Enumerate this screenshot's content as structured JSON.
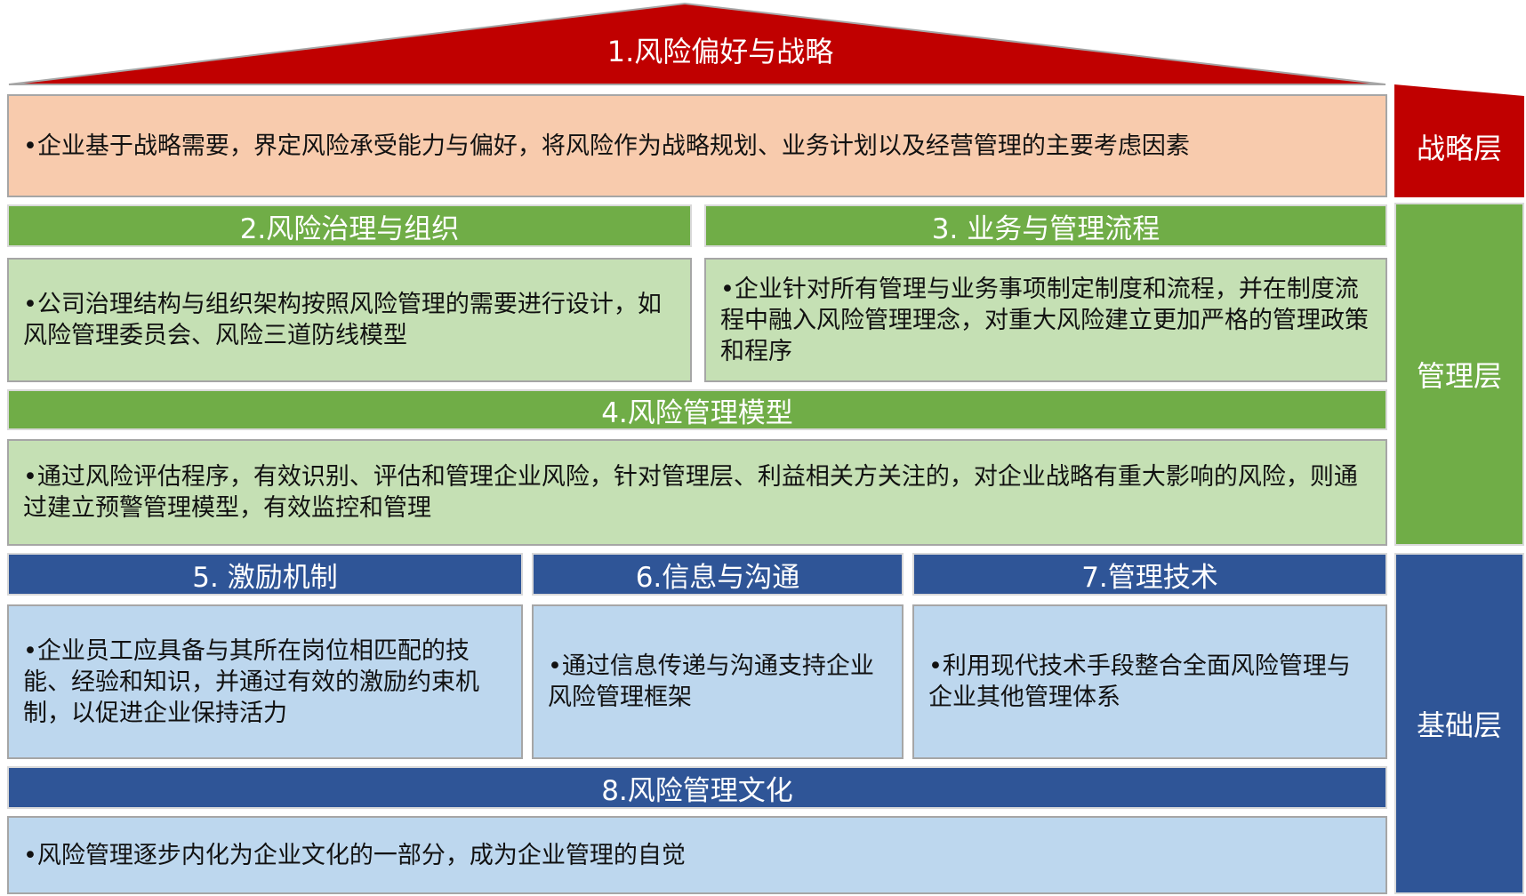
{
  "colors": {
    "red": "#c00000",
    "green": "#70ad47",
    "green_light": "#c5e0b4",
    "blue": "#2f5597",
    "blue_light": "#bdd7ee",
    "peach": "#f8cbad"
  },
  "roof": {
    "title": "1.风险偏好与战略"
  },
  "strategy": {
    "text": "•企业基于战略需要，界定风险承受能力与偏好，将风险作为战略规划、业务计划以及经营管理的主要考虑因素"
  },
  "governance": {
    "title": "2.风险治理与组织",
    "text": "•公司治理结构与组织架构按照风险管理的需要进行设计，如风险管理委员会、风险三道防线模型"
  },
  "process": {
    "title": "3. 业务与管理流程",
    "text": "•企业针对所有管理与业务事项制定制度和流程，并在制度流程中融入风险管理理念，对重大风险建立更加严格的管理政策和程序"
  },
  "model": {
    "title": "4.风险管理模型",
    "text": "•通过风险评估程序，有效识别、评估和管理企业风险，针对管理层、利益相关方关注的，对企业战略有重大影响的风险，则通过建立预警管理模型，有效监控和管理"
  },
  "incentive": {
    "title": "5. 激励机制",
    "text": "•企业员工应具备与其所在岗位相匹配的技能、经验和知识，并通过有效的激励约束机制，以促进企业保持活力"
  },
  "info": {
    "title": "6.信息与沟通",
    "text": "•通过信息传递与沟通支持企业风险管理框架"
  },
  "tech": {
    "title": "7.管理技术",
    "text": "•利用现代技术手段整合全面风险管理与企业其他管理体系"
  },
  "culture": {
    "title": "8.风险管理文化",
    "text": "•风险管理逐步内化为企业文化的一部分，成为企业管理的自觉"
  },
  "layers": {
    "strategy": "战略层",
    "management": "管理层",
    "foundation": "基础层"
  }
}
